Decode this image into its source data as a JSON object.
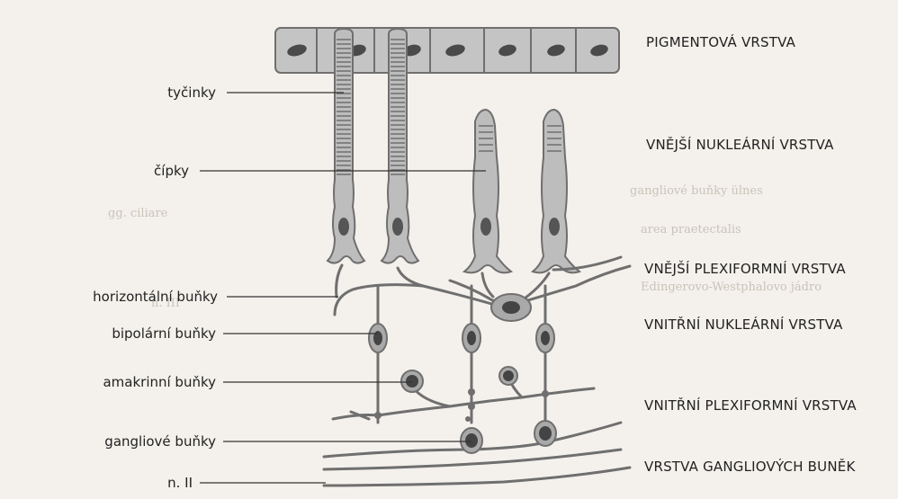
{
  "diagram": {
    "left_labels": [
      {
        "id": "tycinky",
        "text": "tyčinky"
      },
      {
        "id": "cipky",
        "text": "čípky"
      },
      {
        "id": "horizontalni",
        "text": "horizontální buňky"
      },
      {
        "id": "bipolarni",
        "text": "bipolární buňky"
      },
      {
        "id": "amakrinni",
        "text": "amakrinní buňky"
      },
      {
        "id": "gangliove",
        "text": "gangliové buňky"
      },
      {
        "id": "nII",
        "text": "n. II"
      }
    ],
    "layer_labels": [
      {
        "id": "pigment",
        "text": "PIGMENTOVÁ VRSTVA"
      },
      {
        "id": "vnejsi-nukl",
        "text": "VNĚJŠÍ NUKLEÁRNÍ VRSTVA"
      },
      {
        "id": "vnejsi-plex",
        "text": "VNĚJŠÍ PLEXIFORMNÍ VRSTVA"
      },
      {
        "id": "vnitrni-nukl",
        "text": "VNITŘNÍ NUKLEÁRNÍ VRSTVA"
      },
      {
        "id": "vnitrni-plex",
        "text": "VNITŘNÍ PLEXIFORMNÍ VRSTVA"
      },
      {
        "id": "ganglio",
        "text": "VRSTVA GANGLIOVÝCH BUNĚK"
      }
    ],
    "colors": {
      "cell_fill": "#bdbdbd",
      "cell_stroke": "#6f6f6f",
      "nucleus": "#555555",
      "pigment_fill": "#c4c4c4",
      "pigment_nucleus": "#4a4a4a",
      "leader": "#333333"
    }
  },
  "background_text": {
    "ghost_1": "gangliové buňky ülnes",
    "ghost_2": "area praetectalis",
    "ghost_3": "Edingerovo-Westphalovo jádro",
    "ghost_4": "gg. ciliare",
    "ghost_5": "n. III"
  }
}
